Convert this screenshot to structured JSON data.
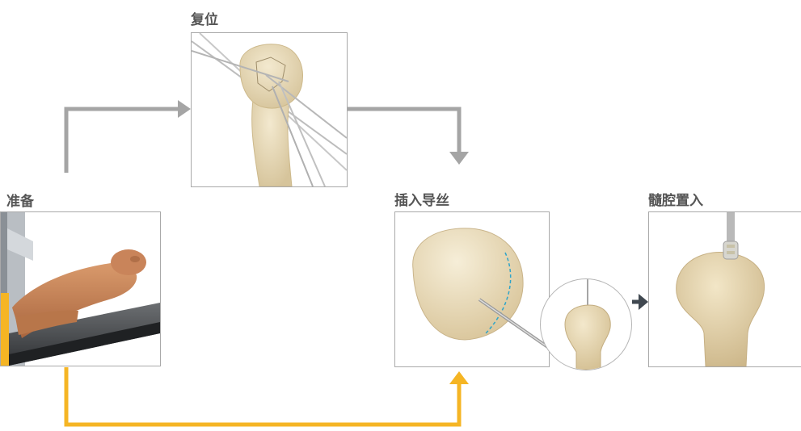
{
  "steps": {
    "prep": {
      "label": "准备",
      "illustration": "patient-on-table"
    },
    "reduction": {
      "label": "复位",
      "illustration": "humerus-with-k-wires"
    },
    "guidewire": {
      "label": "插入导丝",
      "illustration": "humeral-head-guidewire"
    },
    "canal": {
      "label": "髓腔置入",
      "illustration": "nail-insertion-humerus"
    }
  },
  "colors": {
    "arrow_gray": "#a5a5a5",
    "arrow_orange": "#f5b524",
    "arrow_dark": "#404850",
    "bone": "#e6d8b6",
    "skin": "#c9845a",
    "panel_border": "#a9a9a9",
    "label": "#555555"
  }
}
